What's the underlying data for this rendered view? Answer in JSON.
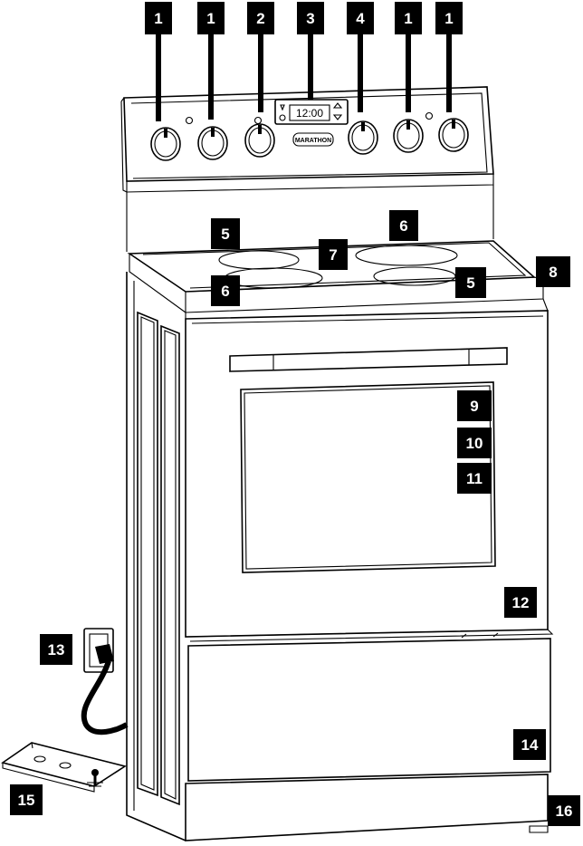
{
  "diagram": {
    "display_time": "12:00",
    "brand_badge": "MARATHON",
    "callouts": {
      "knob_left_1": "1",
      "knob_left_2": "1",
      "knob_center": "2",
      "display": "3",
      "knob_right_center": "4",
      "knob_right_1": "1",
      "knob_right_2": "1",
      "element_back_left": "5",
      "element_back_right": "6",
      "cooktop_center": "7",
      "cooktop_edge": "8",
      "element_front_left": "6",
      "element_front_right": "5",
      "window_a": "9",
      "window_b": "10",
      "window_c": "11",
      "oven_door": "12",
      "power_cord": "13",
      "storage_drawer": "14",
      "anti_tip_bracket": "15",
      "leveling_leg": "16"
    }
  }
}
